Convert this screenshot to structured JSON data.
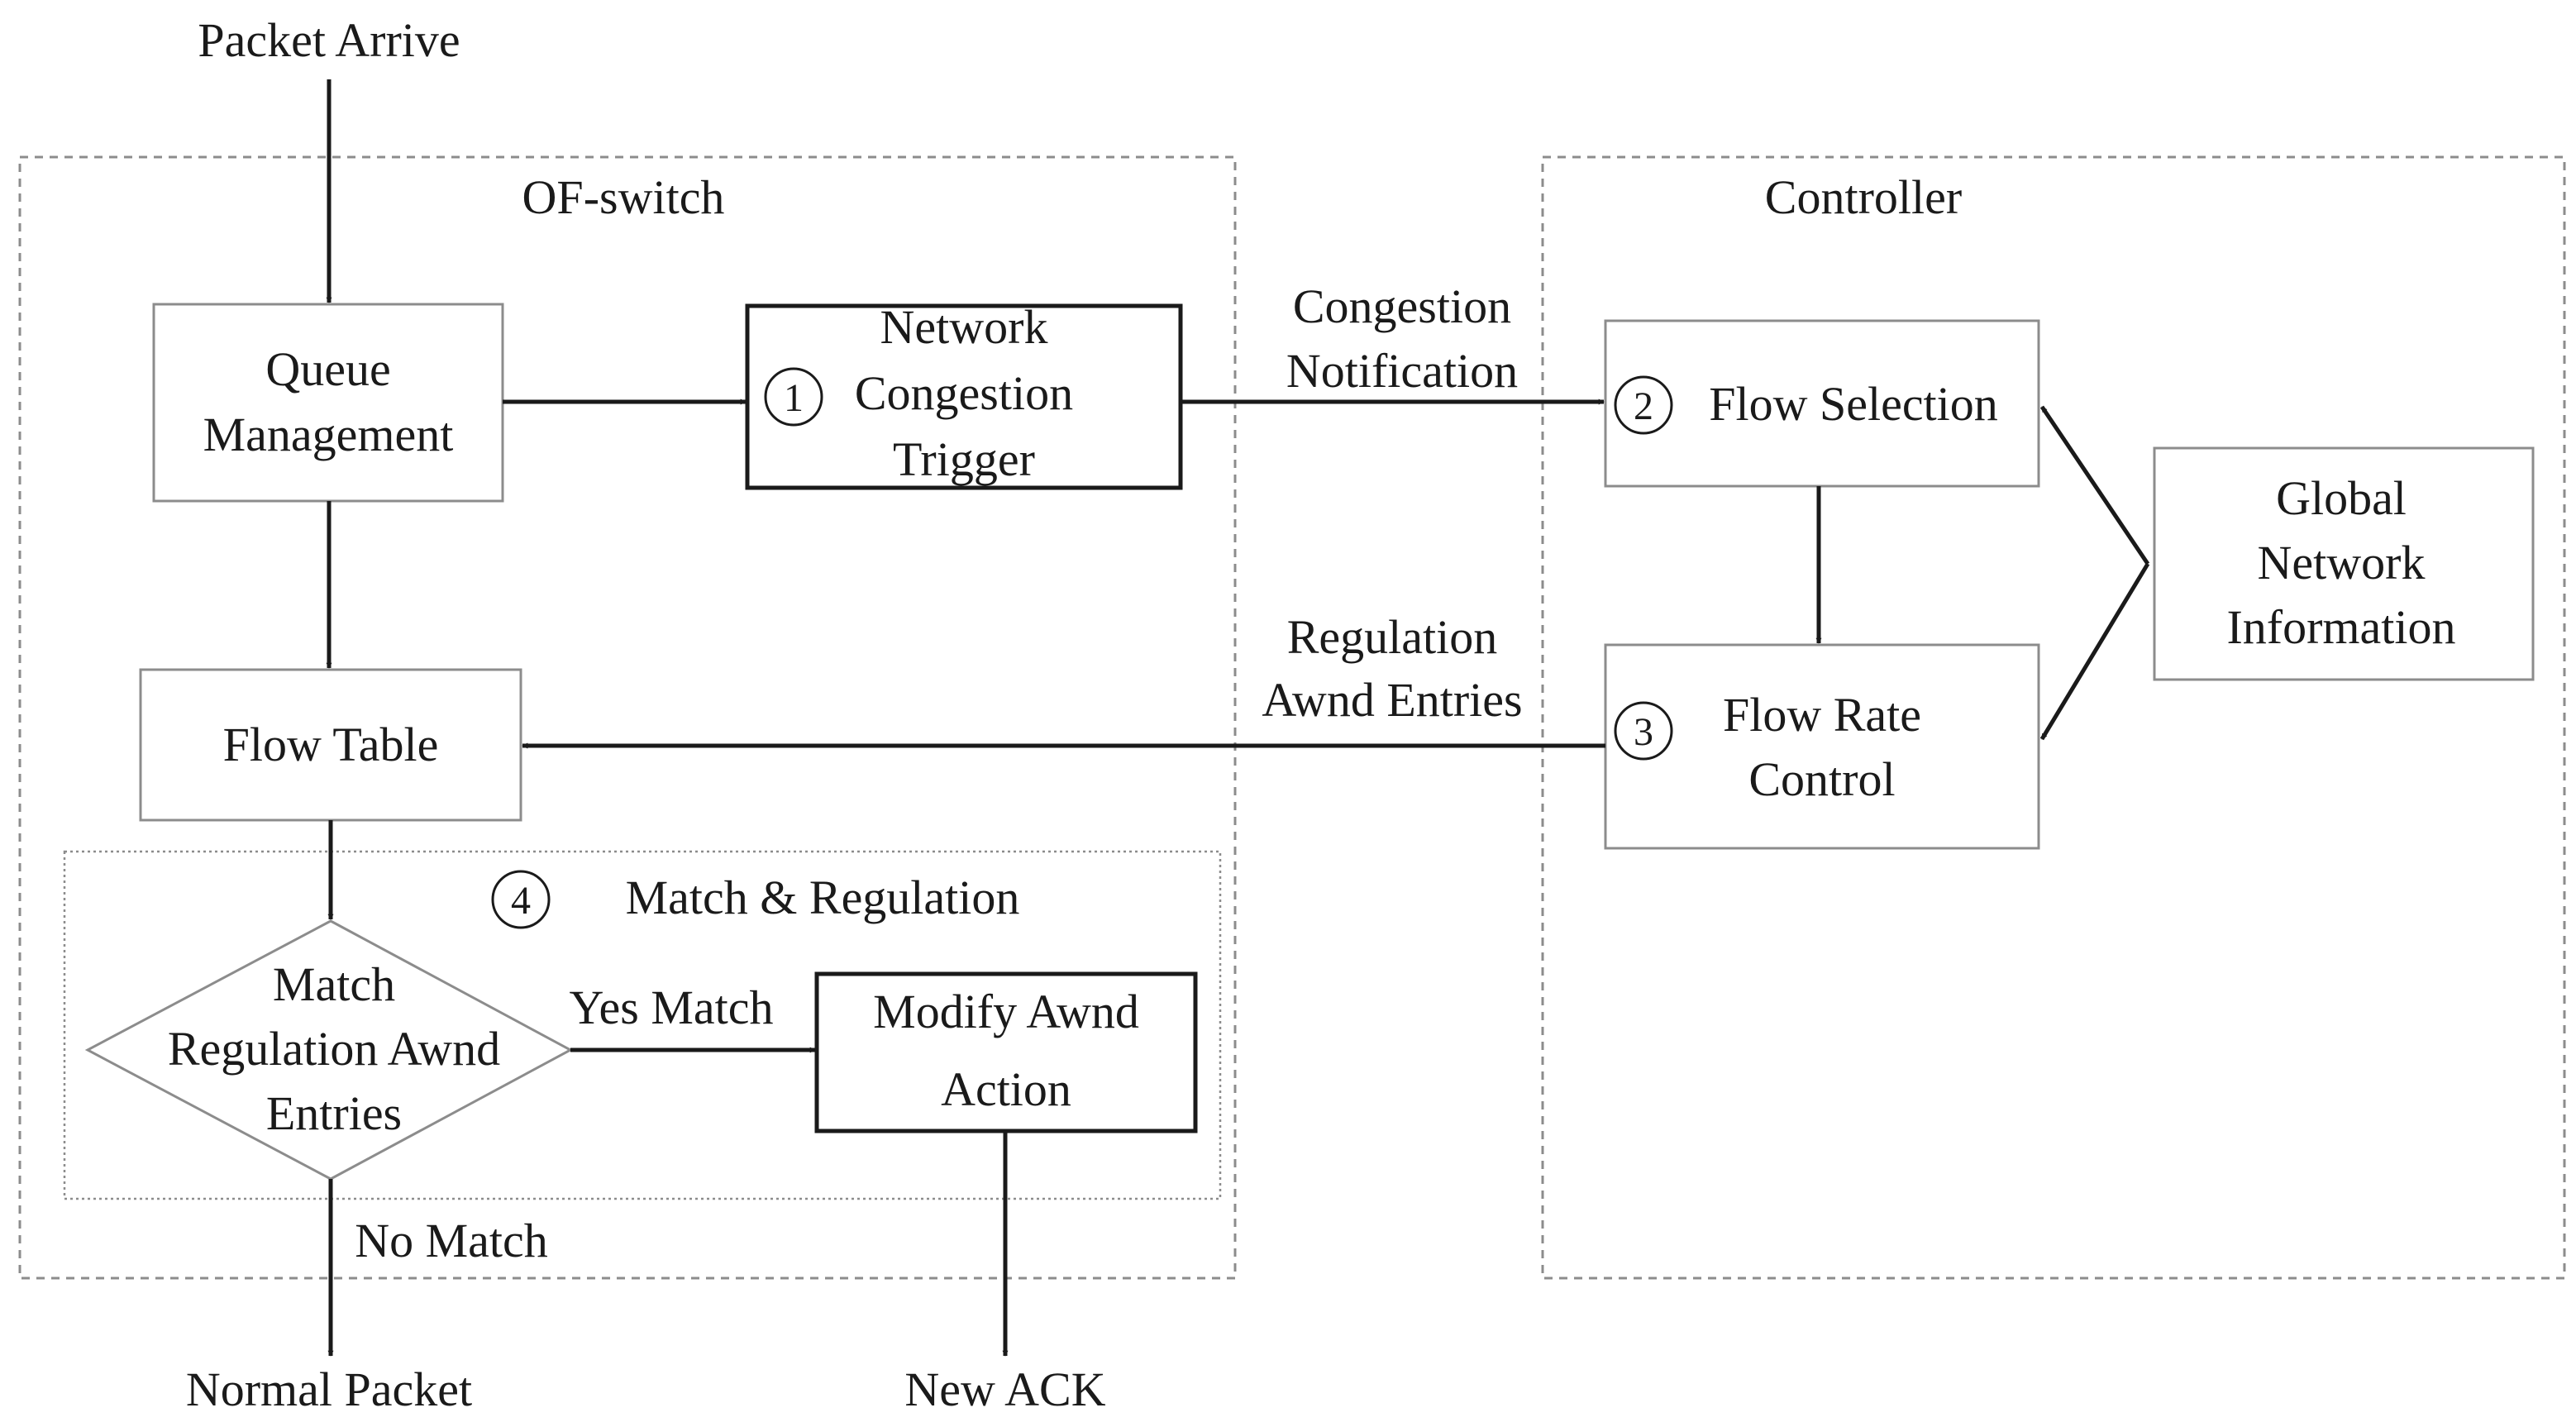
{
  "regions": {
    "switch_title": "OF-switch",
    "controller_title": "Controller",
    "match_regulation_title": "Match & Regulation",
    "match_regulation_number": "4"
  },
  "inputs": {
    "packet_arrive": "Packet Arrive"
  },
  "nodes": {
    "queue_management": {
      "line1": "Queue",
      "line2": "Management"
    },
    "congestion_trigger": {
      "number": "1",
      "line1": "Network",
      "line2": "Congestion",
      "line3": "Trigger"
    },
    "flow_table": {
      "label": "Flow Table"
    },
    "decision": {
      "line1": "Match",
      "line2": "Regulation Awnd",
      "line3": "Entries"
    },
    "modify_action": {
      "line1": "Modify Awnd",
      "line2": "Action"
    },
    "flow_selection": {
      "number": "2",
      "label": "Flow Selection"
    },
    "flow_rate_control": {
      "number": "3",
      "line1": "Flow Rate",
      "line2": "Control"
    },
    "global_info": {
      "line1": "Global",
      "line2": "Network",
      "line3": "Information"
    }
  },
  "edges": {
    "congestion_notification": {
      "line1": "Congestion",
      "line2": "Notification"
    },
    "regulation_entries": {
      "line1": "Regulation",
      "line2": "Awnd Entries"
    },
    "yes_match": "Yes Match",
    "no_match": "No Match"
  },
  "outputs": {
    "normal_packet": "Normal Packet",
    "new_ack": "New ACK"
  }
}
